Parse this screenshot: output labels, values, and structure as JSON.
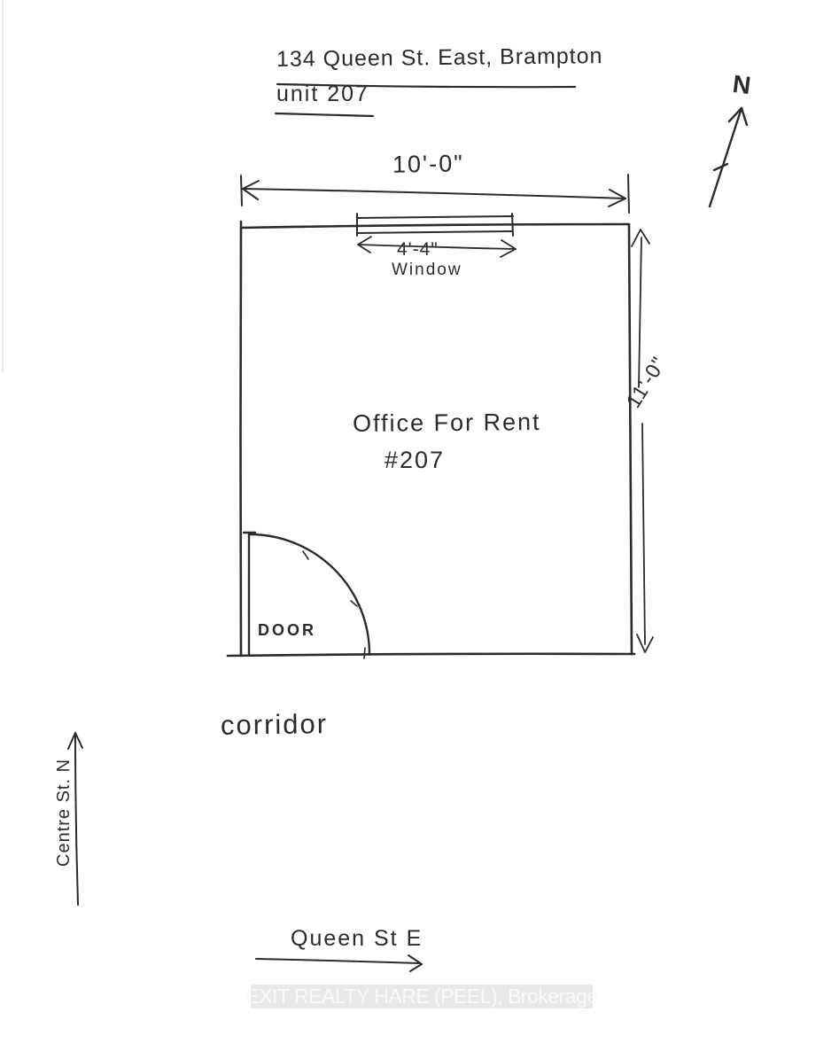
{
  "header": {
    "address_line1": "134 Queen St. East, Brampton",
    "address_line2": "unit 207"
  },
  "compass": {
    "north_label": "N"
  },
  "room": {
    "label_line1": "Office For Rent",
    "label_line2": "#207",
    "width_dimension": "10'-0\"",
    "height_dimension": "11'-0\"",
    "window": {
      "dimension": "4'-4\"",
      "label": "Window"
    },
    "door": {
      "label": "DOOR"
    }
  },
  "context": {
    "corridor": "corridor",
    "centre_street": "Centre St. N",
    "queen_street": "Queen St E"
  },
  "watermark": {
    "text": "EXIT REALTY HARE (PEEL), Brokerage"
  },
  "colors": {
    "ink": "#2b2b2b",
    "paper": "#ffffff",
    "watermark_band": "#e8e8eb",
    "watermark_text": "#f8f8f9"
  }
}
